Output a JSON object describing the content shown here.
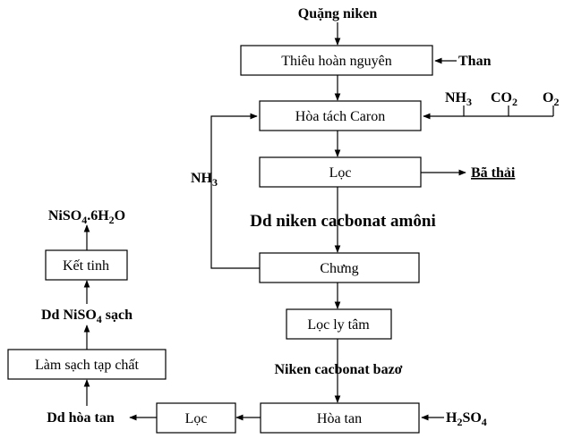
{
  "nodes": {
    "ore": "Quặng niken",
    "roast": "Thiêu hoàn nguyên",
    "coal": "Than",
    "leach": "Hòa tách Caron",
    "nh3_in": [
      "NH",
      "3"
    ],
    "co2_in": [
      "CO",
      "2"
    ],
    "o2_in": [
      "O",
      "2"
    ],
    "filter1": "Lọc",
    "tailings": "Bã thải",
    "nh3_recycle": [
      "NH",
      "3"
    ],
    "solution": "Dd niken cacbonat amôni",
    "distill": "Chưng",
    "centrifuge": "Lọc ly tâm",
    "basic_carbonate": "Niken cacbonat bazơ",
    "dissolve": "Hòa tan",
    "h2so4": [
      "H",
      "2",
      "SO",
      "4"
    ],
    "filter2": "Lọc",
    "dissolved": "Dd hòa tan",
    "purify": "Làm sạch tạp chất",
    "pure_niso4": [
      "Dd NiSO",
      "4",
      " sạch"
    ],
    "crystallize": "Kết tinh",
    "product": [
      "NiSO",
      "4",
      ".6H",
      "2",
      "O"
    ]
  }
}
